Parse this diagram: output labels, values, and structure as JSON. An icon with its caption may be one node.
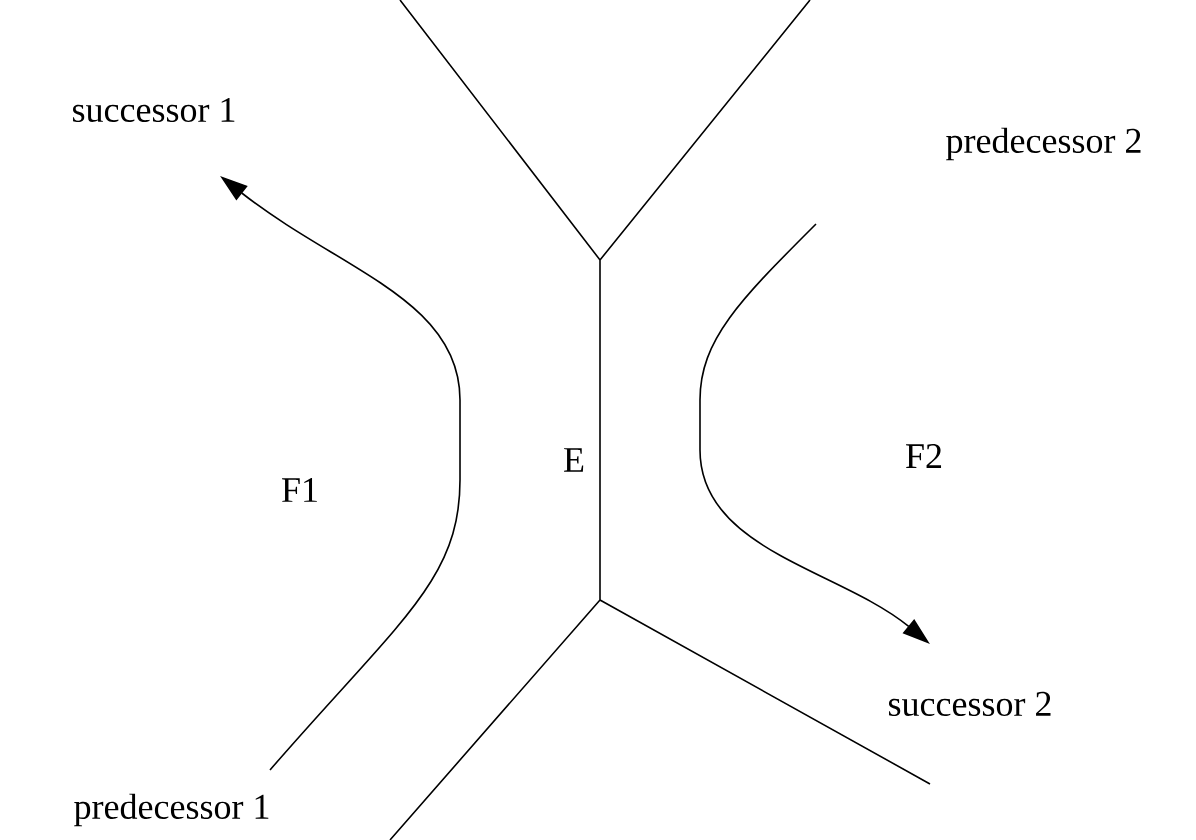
{
  "diagram": {
    "labels": [
      "successor 1",
      "predecessor 2",
      "E",
      "F1",
      "F2",
      "successor 2",
      "predecessor 1"
    ]
  }
}
